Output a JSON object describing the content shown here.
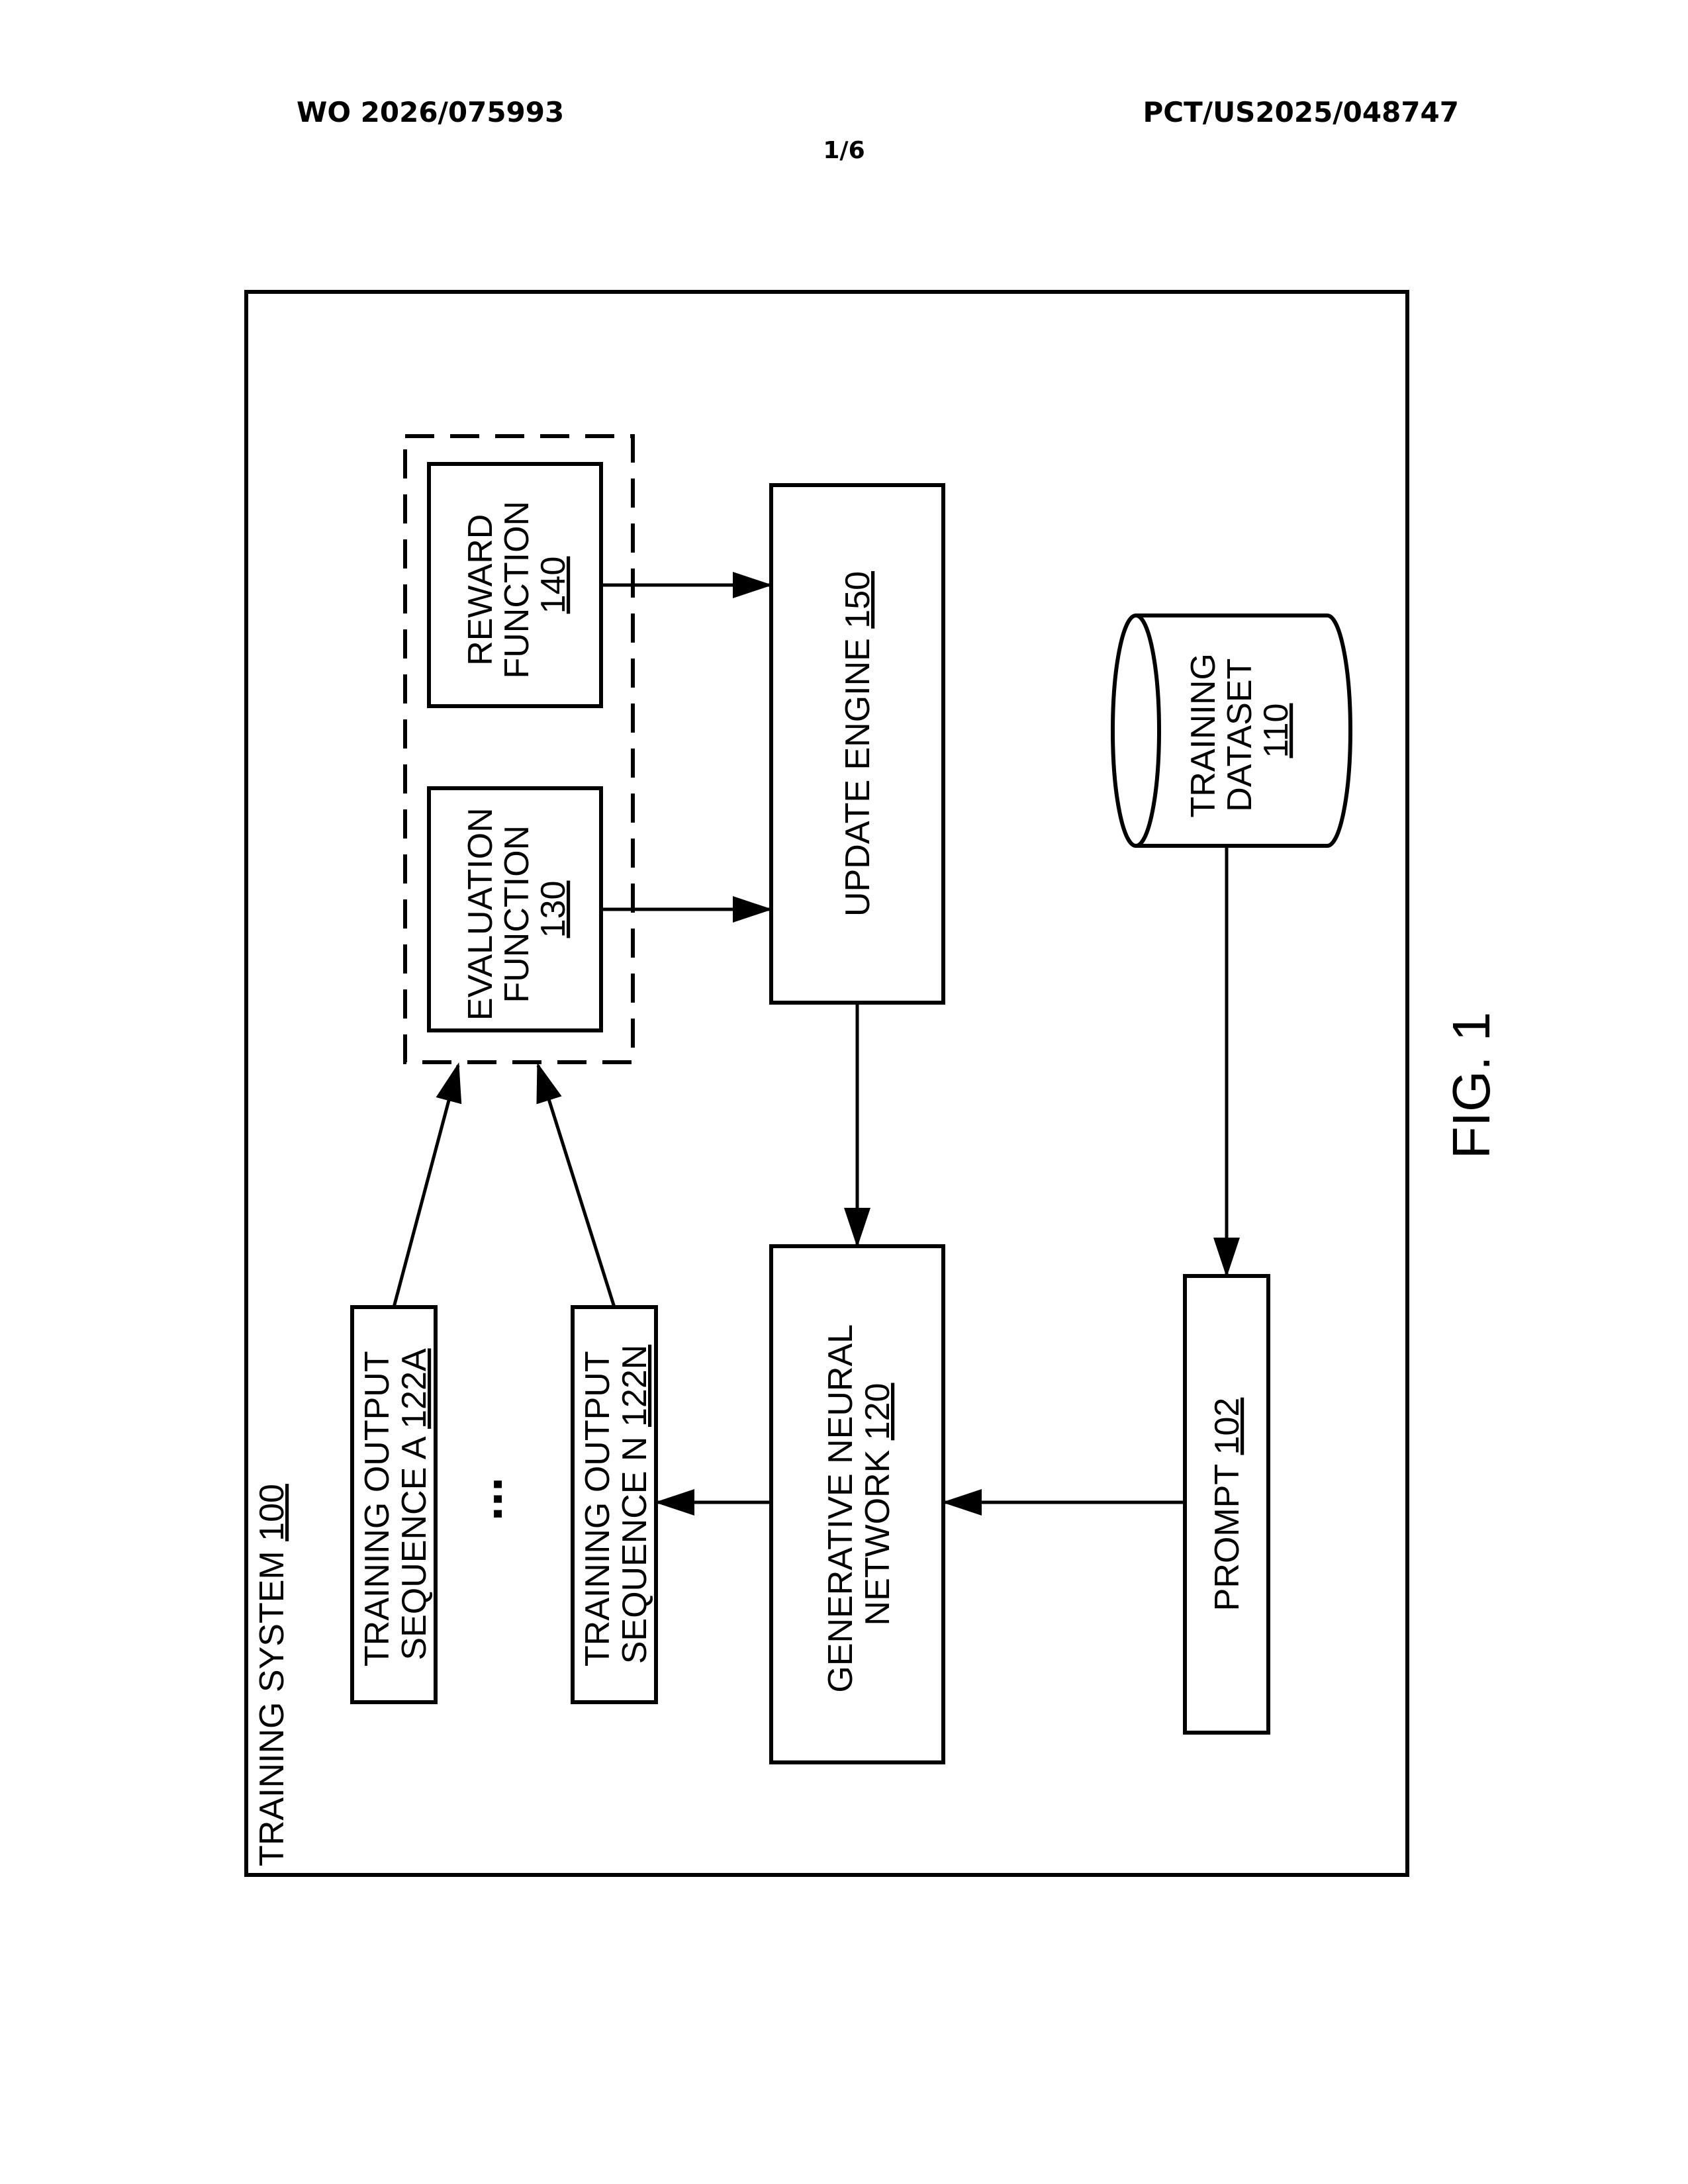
{
  "header": {
    "publication_number": "WO 2026/075993",
    "application_number": "PCT/US2025/048747",
    "sheet": "1/6"
  },
  "diagram": {
    "system": {
      "text": "TRAINING SYSTEM ",
      "ref": "100"
    },
    "reward_function": {
      "line1": "REWARD",
      "line2": "FUNCTION",
      "ref": "140"
    },
    "evaluation_function": {
      "line1": "EVALUATION",
      "line2": "FUNCTION",
      "ref": "130"
    },
    "update_engine": {
      "text": "UPDATE ENGINE ",
      "ref": "150"
    },
    "training_dataset": {
      "line1": "TRAINING",
      "line2": "DATASET",
      "ref": "110"
    },
    "output_a": {
      "line1": "TRAINING OUTPUT",
      "line2": "SEQUENCE A ",
      "ref": "122A"
    },
    "output_n": {
      "line1": "TRAINING OUTPUT",
      "line2": "SEQUENCE N ",
      "ref": "122N"
    },
    "ellipsis": "...",
    "generative_nn": {
      "line1": "GENERATIVE NEURAL",
      "line2": "NETWORK ",
      "ref": "120"
    },
    "prompt": {
      "text": "PROMPT ",
      "ref": "102"
    },
    "figure_label": "FIG. 1"
  }
}
